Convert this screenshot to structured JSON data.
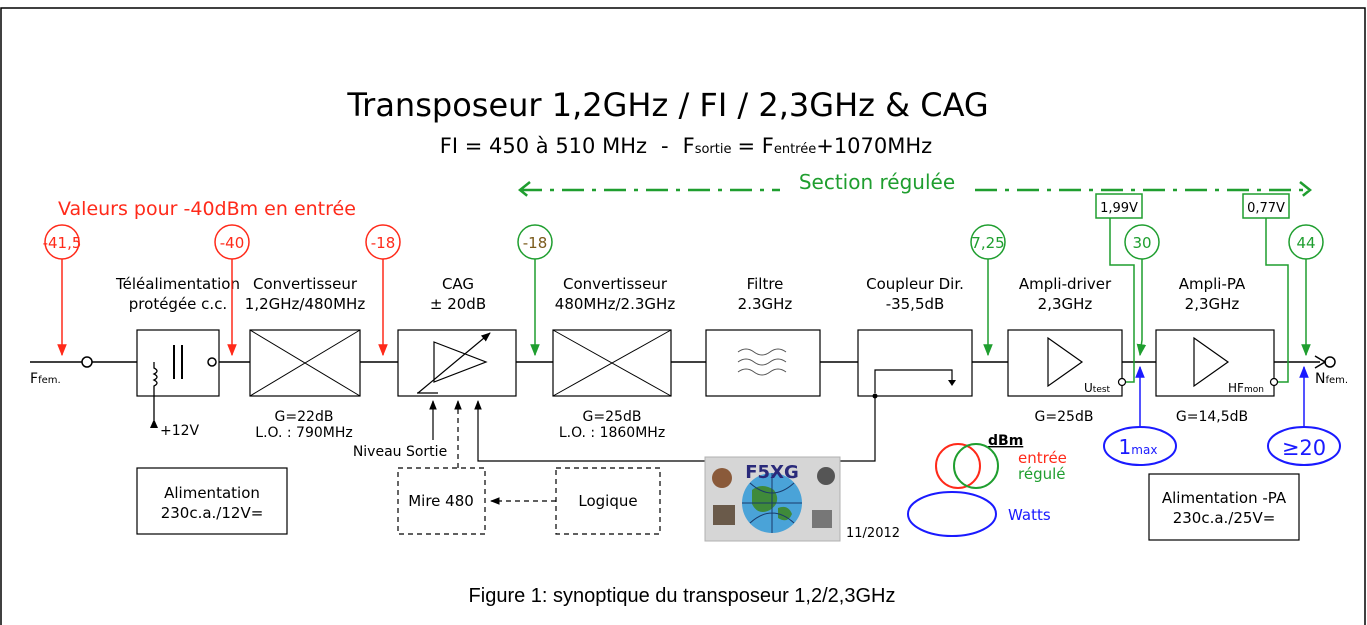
{
  "title": "Transposeur 1,2GHz / FI / 2,3GHz & CAG",
  "subtitle": {
    "fi": "FI = 450 à 510 MHz",
    "sep": "-",
    "f1": "F",
    "f1_sub": "sortie",
    "eq": "= F",
    "f2_sub": "entrée",
    "rest": "+1070MHz"
  },
  "section_label": "Section régulée",
  "values_label": "Valeurs pour -40dBm en entrée",
  "level_markers": {
    "red": [
      "-41,5",
      "-40",
      "-18"
    ],
    "green": [
      "-18",
      "7,25",
      "30",
      "44"
    ]
  },
  "voltage_boxes": [
    "1,99V",
    "0,77V"
  ],
  "blocks": {
    "teleal": {
      "l1": "Téléalimentation",
      "l2": "protégée c.c."
    },
    "conv1": {
      "l1": "Convertisseur",
      "l2": "1,2GHz/480MHz",
      "g": "G=22dB",
      "lo": "L.O. : 790MHz"
    },
    "cag": {
      "l1": "CAG",
      "l2": "± 20dB"
    },
    "conv2": {
      "l1": "Convertisseur",
      "l2": "480MHz/2.3GHz",
      "g": "G=25dB",
      "lo": "L.O. : 1860MHz"
    },
    "filtre": {
      "l1": "Filtre",
      "l2": "2.3GHz"
    },
    "coupleur": {
      "l1": "Coupleur Dir.",
      "l2": "-35,5dB"
    },
    "driver": {
      "l1": "Ampli-driver",
      "l2": "2,3GHz",
      "g": "G=25dB",
      "test": "U",
      "test_sub": "test"
    },
    "pa": {
      "l1": "Ampli-PA",
      "l2": "2,3GHz",
      "g": "G=14,5dB",
      "mon": "HF",
      "mon_sub": "mon"
    }
  },
  "io": {
    "in": "F",
    "in_sub": "fem.",
    "out": "N",
    "out_sub": "fem."
  },
  "supply_12": "+12V",
  "niveau_sortie": "Niveau Sortie",
  "power_boxes": {
    "alim1": {
      "l1": "Alimentation",
      "l2": "230c.a./12V="
    },
    "alim2": {
      "l1": "Alimentation -PA",
      "l2": "230c.a./25V="
    },
    "mire": "Mire 480",
    "logique": "Logique"
  },
  "watts_markers": {
    "driver": "1",
    "driver_sub": "max",
    "pa": "≥20"
  },
  "legend": {
    "dbm": "dBm",
    "entree": "entrée",
    "regule": "régulé",
    "watts": "Watts"
  },
  "logo": {
    "text": "F5XG",
    "date": "11/2012"
  },
  "caption": "Figure 1: synoptique du transposeur 1,2/2,3GHz",
  "colors": {
    "red": "#ff2a1a",
    "green": "#1f9e2f",
    "blue": "#1a1aff",
    "black": "#000000"
  }
}
